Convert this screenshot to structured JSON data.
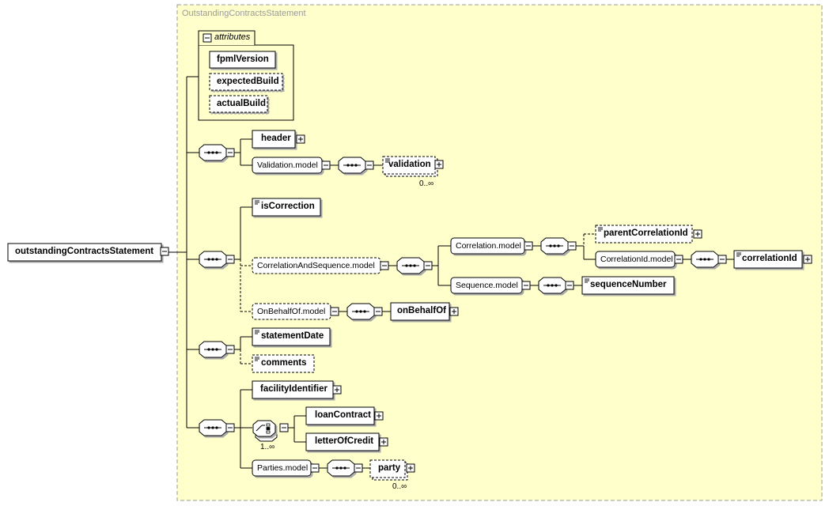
{
  "diagram": {
    "container_title": "OutstandingContractsStatement",
    "attributes_title": "attributes",
    "root": "outstandingContractsStatement",
    "attributes": [
      "fpmlVersion",
      "expectedBuild",
      "actualBuild"
    ],
    "elements": {
      "header": "header",
      "validation_model": "Validation.model",
      "validation": "validation",
      "validation_card": "0..∞",
      "is_correction": "isCorrection",
      "correlation_and_sequence_model": "CorrelationAndSequence.model",
      "correlation_model": "Correlation.model",
      "parent_correlation_id": "parentCorrelationId",
      "correlation_id_model": "CorrelationId.model",
      "correlation_id": "correlationId",
      "sequence_model": "Sequence.model",
      "sequence_number": "sequenceNumber",
      "on_behalf_of_model": "OnBehalfOf.model",
      "on_behalf_of": "onBehalfOf",
      "statement_date": "statementDate",
      "comments": "comments",
      "facility_identifier": "facilityIdentifier",
      "choice_card": "1..∞",
      "loan_contract": "loanContract",
      "letter_of_credit": "letterOfCredit",
      "parties_model": "Parties.model",
      "party": "party",
      "party_card": "0..∞"
    },
    "colors": {
      "container_fill": "#ffffcc",
      "container_border": "#999999",
      "box_fill": "#ffffff",
      "line": "#000000"
    }
  }
}
